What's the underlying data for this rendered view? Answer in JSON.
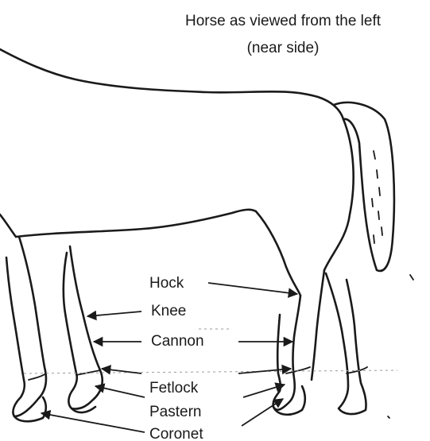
{
  "title": {
    "line1": "Horse as viewed from the left",
    "line2": "(near side)"
  },
  "parts": [
    {
      "id": "hock",
      "label": "Hock"
    },
    {
      "id": "knee",
      "label": "Knee"
    },
    {
      "id": "cannon",
      "label": "Cannon"
    },
    {
      "id": "fetlock",
      "label": "Fetlock"
    },
    {
      "id": "pastern",
      "label": "Pastern"
    },
    {
      "id": "coronet",
      "label": "Coronet"
    }
  ],
  "colors": {
    "ink": "#1a1a1a",
    "background": "#ffffff"
  }
}
